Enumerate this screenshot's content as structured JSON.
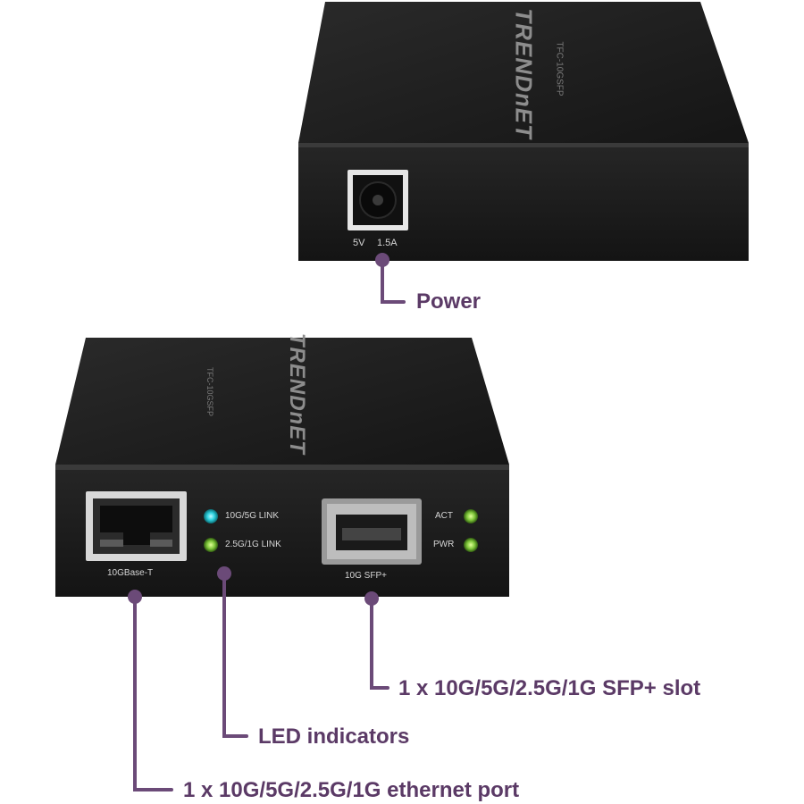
{
  "brand": "TRENDnET",
  "model": "TFC-10GSFP",
  "power_port": {
    "rating_volts": "5V",
    "rating_amps": "1.5A"
  },
  "front_panel": {
    "rj45_label": "10GBase-T",
    "sfp_label": "10G SFP+",
    "led_10g_5g": "10G/5G LINK",
    "led_25g_1g": "2.5G/1G LINK",
    "led_act": "ACT",
    "led_pwr": "PWR"
  },
  "callouts": {
    "power": "Power",
    "sfp_slot": "1 x 10G/5G/2.5G/1G SFP+ slot",
    "led_indicators": "LED indicators",
    "ethernet_port": "1 x 10G/5G/2.5G/1G ethernet port"
  },
  "colors": {
    "accent": "#6b4a78",
    "callout_text": "#5b3a66",
    "device_body": "#1c1c1c",
    "led_cyan": "#2fd3e0",
    "led_green": "#7fc63a"
  }
}
